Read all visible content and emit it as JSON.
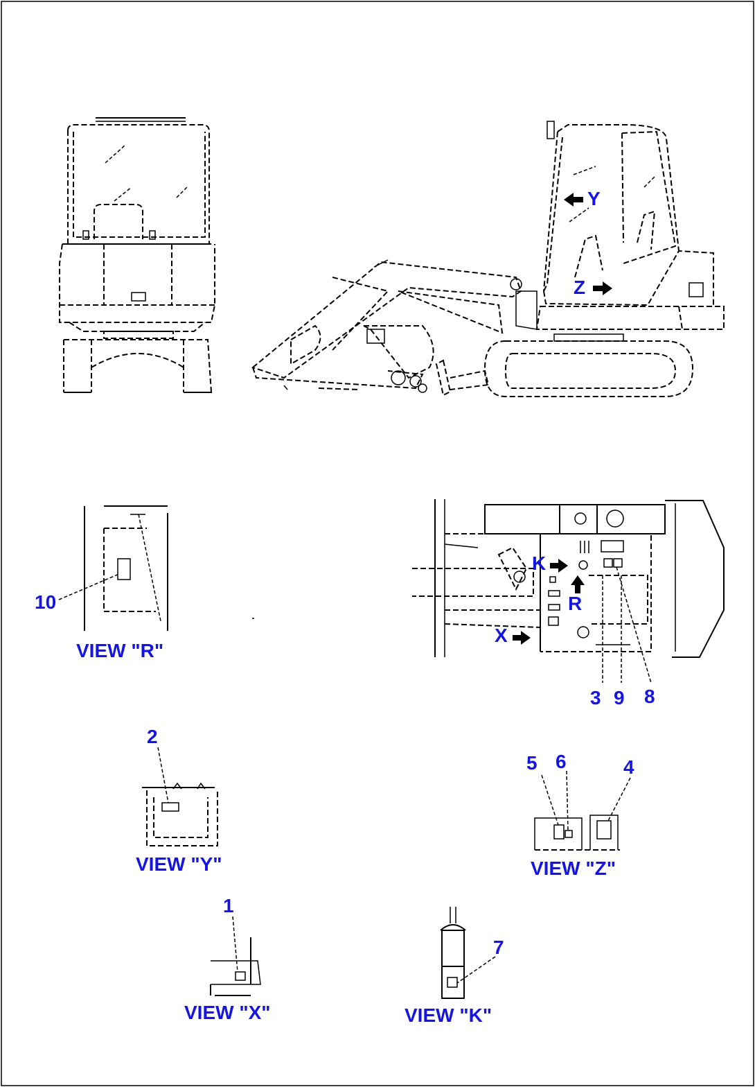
{
  "view_arrows": {
    "y": "Y",
    "z": "Z",
    "k": "K",
    "r": "R",
    "x": "X"
  },
  "callouts": {
    "n1": "1",
    "n2": "2",
    "n3": "3",
    "n4": "4",
    "n5": "5",
    "n6": "6",
    "n7": "7",
    "n8": "8",
    "n9": "9",
    "n10": "10"
  },
  "captions": {
    "view_r": "VIEW \"R\"",
    "view_y": "VIEW \"Y\"",
    "view_z": "VIEW \"Z\"",
    "view_x": "VIEW \"X\"",
    "view_k": "VIEW \"K\""
  }
}
